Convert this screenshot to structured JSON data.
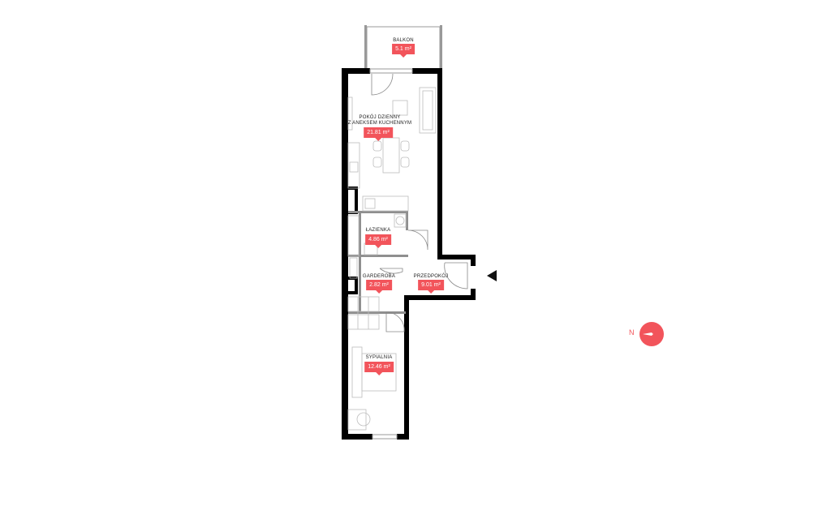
{
  "compass": {
    "label": "N",
    "icon": "north-compass-icon",
    "color": "#f2545b"
  },
  "entrance": {
    "icon": "entrance-arrow-icon"
  },
  "colors": {
    "accent": "#f2545b",
    "wall": "#000000",
    "partition": "#9a9a9a",
    "furniture": "#bdbdbd"
  },
  "rooms": {
    "balkon": {
      "name": "BALKON",
      "area": "5.1 m²"
    },
    "living": {
      "name_line1": "POKÓJ DZIENNY",
      "name_line2": "Z ANEKSEM KUCHENNYM",
      "area": "21.81 m²"
    },
    "bathroom": {
      "name": "ŁAZIENKA",
      "area": "4.86 m²"
    },
    "wardrobe": {
      "name": "GARDEROBA",
      "area": "2.82 m²"
    },
    "hall": {
      "name": "PRZEDPOKÓJ",
      "area": "9.01 m²"
    },
    "bedroom": {
      "name": "SYPIALNIA",
      "area": "12.46 m²"
    }
  }
}
